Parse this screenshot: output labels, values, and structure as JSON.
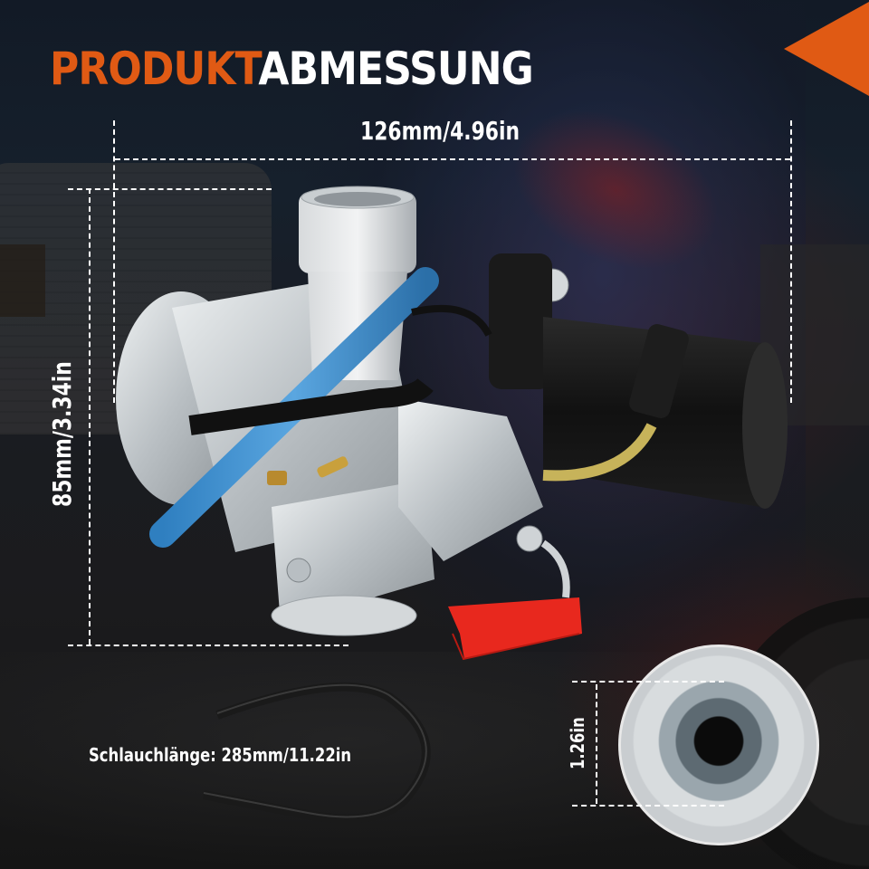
{
  "title": {
    "accent": "PRODUKT",
    "main": "ABMESSUNG"
  },
  "colors": {
    "accent": "#e05a14",
    "text": "#ffffff",
    "background": "#141820"
  },
  "dimensions": {
    "width": "126mm/4.96in",
    "height": "85mm/3.34in",
    "hose_length": "Schlauchlänge: 285mm/11.22in",
    "inlet_diameter": "1.26in"
  },
  "product": {
    "name": "carburetor",
    "parts": [
      "air-intake-pipe",
      "blue-vent-tube",
      "black-vent-tube",
      "electric-choke",
      "red-connector",
      "fuel-hose",
      "inlet-closeup"
    ]
  },
  "decorations": {
    "corner_shape": "orange-triangle"
  }
}
